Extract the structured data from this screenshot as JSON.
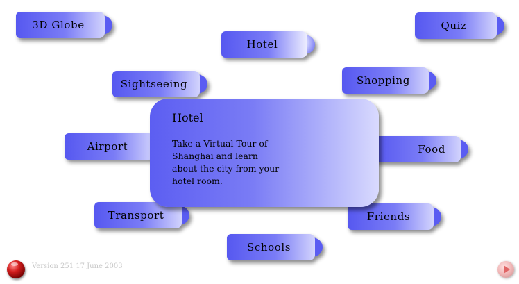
{
  "menu": {
    "globe": "3D Globe",
    "hotel": "Hotel",
    "quiz": "Quiz",
    "sightseeing": "Sightseeing",
    "shopping": "Shopping",
    "airport": "Airport",
    "food": "Food",
    "transport": "Transport",
    "friends": "Friends",
    "schools": "Schools"
  },
  "info_panel": {
    "title": "Hotel",
    "text": "Take a Virtual Tour of Shanghai and learn about the city from your hotel room."
  },
  "footer": {
    "version": "Version 251 17 June 2003"
  },
  "icons": {
    "exit": "red-orb-icon",
    "next": "play-arrow-icon"
  }
}
